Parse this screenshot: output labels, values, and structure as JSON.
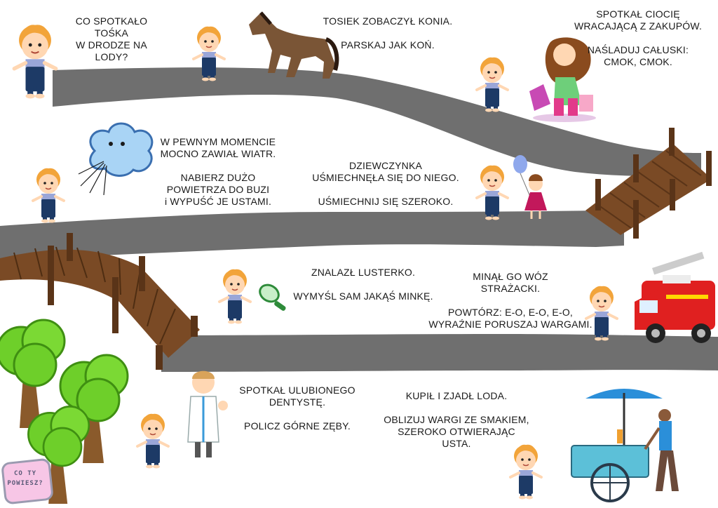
{
  "intro": "CO SPOTKAŁO TOŚKA\nW DRODZE NA LODY?",
  "scenes": [
    {
      "key": "horse",
      "text": "TOSIEK ZOBACZYŁ KONIA.\n\nPARSKAJ JAK KOŃ."
    },
    {
      "key": "aunt",
      "text": "SPOTKAŁ CIOCIĘ\nWRACAJĄCĄ Z ZAKUPÓW.\n\nNAŚLADUJ CAŁUSKI:\nCMOK, CMOK."
    },
    {
      "key": "wind",
      "text": "W PEWNYM MOMENCIE\nMOCNO ZAWIAŁ WIATR.\n\nNABIERZ DUŻO\nPOWIETRZA DO BUZI\ni WYPUŚĆ JE USTAMI."
    },
    {
      "key": "girl",
      "text": "DZIEWCZYNKA\nUŚMIECHNĘŁA SIĘ DO NIEGO.\n\nUŚMIECHNIJ SIĘ SZEROKO."
    },
    {
      "key": "mirror",
      "text": "ZNALAZŁ LUSTERKO.\n\nWYMYŚL SAM JAKĄŚ MINKĘ."
    },
    {
      "key": "firetruck",
      "text": "MINĄŁ GO WÓZ\nSTRAŻACKI.\n\nPOWTÓRZ: E-O, E-O, E-O,\nWYRAŹNIE PORUSZAJ WARGAMI."
    },
    {
      "key": "dentist",
      "text": "SPOTKAŁ ULUBIONEGO\nDENTYSTĘ.\n\nPOLICZ GÓRNE ZĘBY."
    },
    {
      "key": "icecream",
      "text": "KUPIŁ I ZJADŁ LODA.\n\nOBLIZUJ WARGI ZE SMAKIEM,\nSZEROKO OTWIERAJĄC\nUSTA."
    }
  ],
  "badge": {
    "line1": "CO TY",
    "line2": "POWIESZ?"
  },
  "colors": {
    "road": "#6f6f6f",
    "wood": "#7a4a25",
    "tree": "#6ecf2a",
    "trunk": "#8a5a2b",
    "hair": "#f2a43a",
    "overalls": "#1d3a66"
  },
  "icons": [
    "boy-icon",
    "horse-icon",
    "woman-shopping-icon",
    "wind-cloud-icon",
    "girl-with-balloon-icon",
    "bridge-icon",
    "mirror-icon",
    "fire-truck-icon",
    "tree-icon",
    "dentist-icon",
    "ice-cream-cart-icon"
  ]
}
